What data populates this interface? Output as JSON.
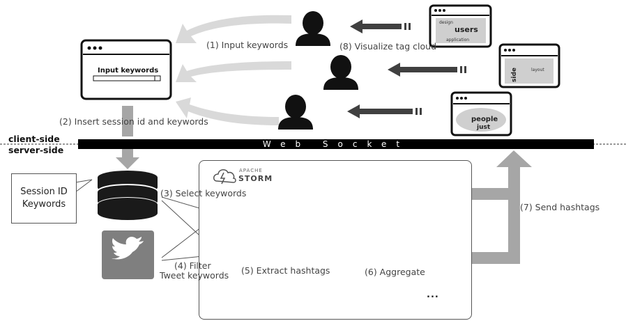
{
  "labels": {
    "input_keywords_step": "(1) Input keywords",
    "insert_session_step": "(2) Insert session id and keywords",
    "select_keywords_step": "(3) Select keywords",
    "filter_line1": "(4) Filter",
    "filter_line2": "Tweet keywords",
    "extract_step": "(5) Extract hashtags",
    "aggregate_step": "(6) Aggregate",
    "send_step": "(7) Send hashtags",
    "visualize_step": "(8) Visualize tag cloud"
  },
  "sides": {
    "client": "client-side",
    "server": "server-side"
  },
  "websocket": "Web Socket",
  "session_box": {
    "line1": "Session ID",
    "line2": "Keywords"
  },
  "input_window": {
    "title": "Input keywords"
  },
  "storm": {
    "apache": "APACHE",
    "name": "STORM"
  },
  "ellipsis": "...",
  "tag_cloud_words": [
    "users",
    "people",
    "just",
    "design",
    "application",
    "side",
    "layout"
  ],
  "colors": {
    "light_arrow": "#d9d9d9",
    "mid_arrow": "#a6a6a6",
    "dark_arrow": "#404040",
    "icon": "#1a1a1a"
  }
}
